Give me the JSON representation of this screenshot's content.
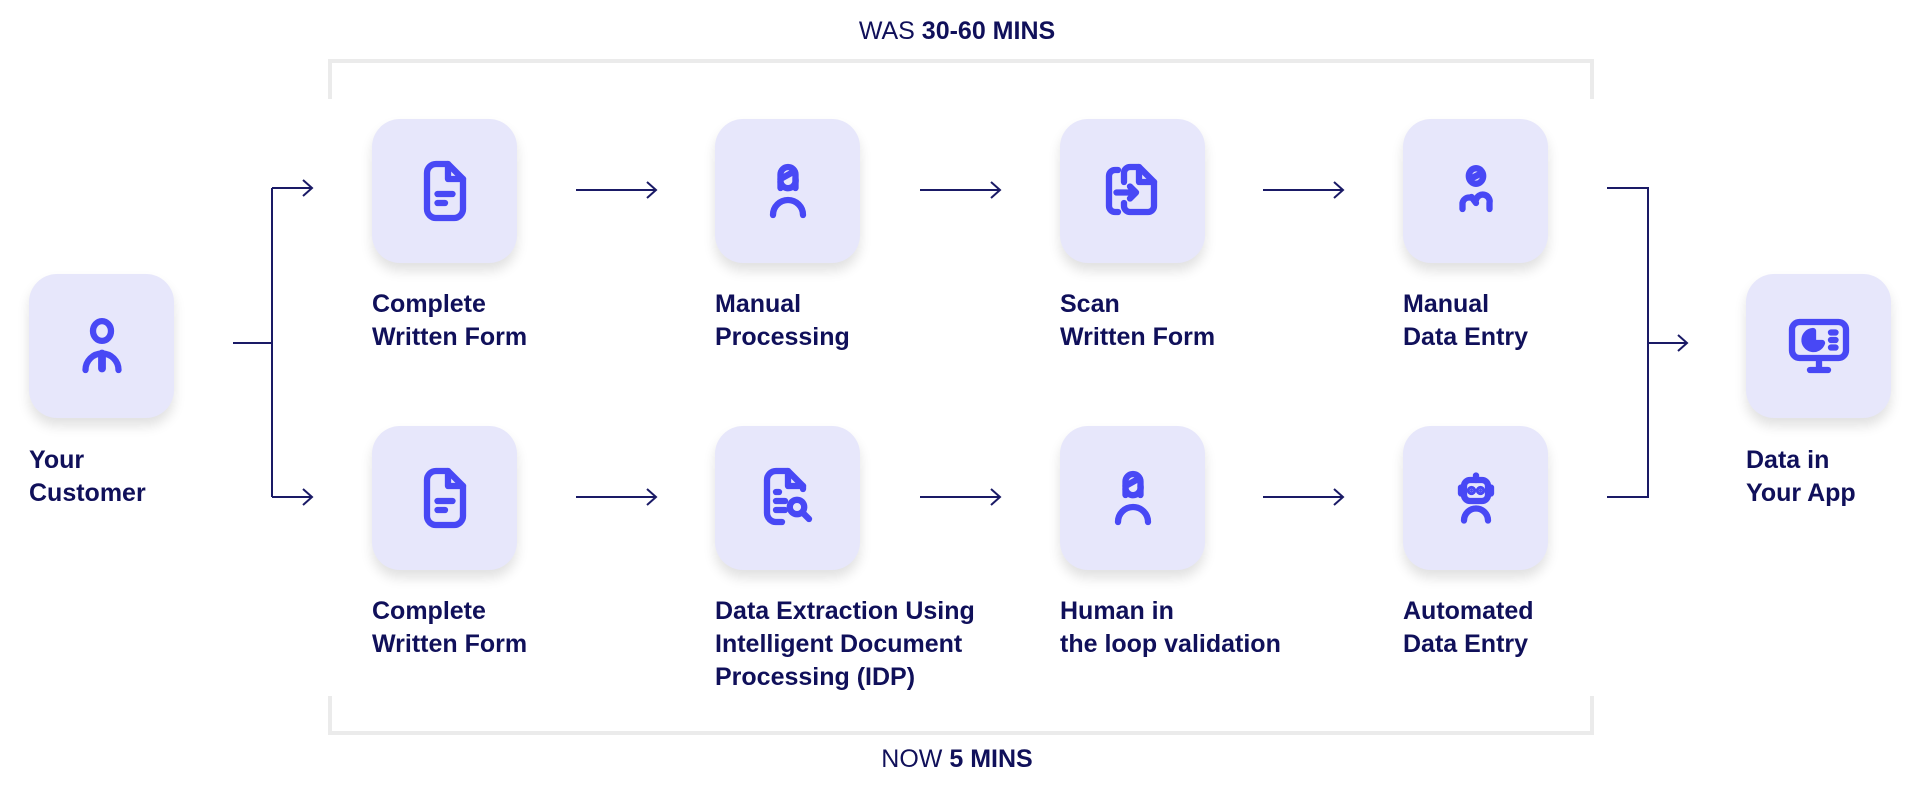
{
  "top_header": {
    "prefix": "WAS",
    "value": "30-60 MINS"
  },
  "bottom_header": {
    "prefix": "NOW",
    "value": "5 MINS"
  },
  "colors": {
    "box": "#e7e7fb",
    "icon": "#4848f5",
    "text": "#10105a",
    "bracket": "#ebebeb"
  },
  "source": {
    "icon": "customer-icon",
    "lines": [
      "Your",
      "Customer"
    ]
  },
  "destination": {
    "icon": "monitor-chart-icon",
    "lines": [
      "Data in",
      "Your App"
    ]
  },
  "old_process": [
    {
      "icon": "document-icon",
      "lines": [
        "Complete",
        "Written Form"
      ]
    },
    {
      "icon": "person-icon",
      "lines": [
        "Manual",
        "Processing"
      ]
    },
    {
      "icon": "scan-document-icon",
      "lines": [
        "Scan",
        "Written Form"
      ]
    },
    {
      "icon": "person-typing-icon",
      "lines": [
        "Manual",
        "Data Entry"
      ]
    }
  ],
  "new_process": [
    {
      "icon": "document-icon",
      "lines": [
        "Complete",
        "Written Form"
      ]
    },
    {
      "icon": "document-search-icon",
      "lines": [
        "Data Extraction Using",
        "Intelligent Document",
        "Processing (IDP)"
      ]
    },
    {
      "icon": "person-icon",
      "lines": [
        "Human in",
        "the loop validation"
      ]
    },
    {
      "icon": "robot-icon",
      "lines": [
        "Automated",
        "Data Entry"
      ]
    }
  ]
}
